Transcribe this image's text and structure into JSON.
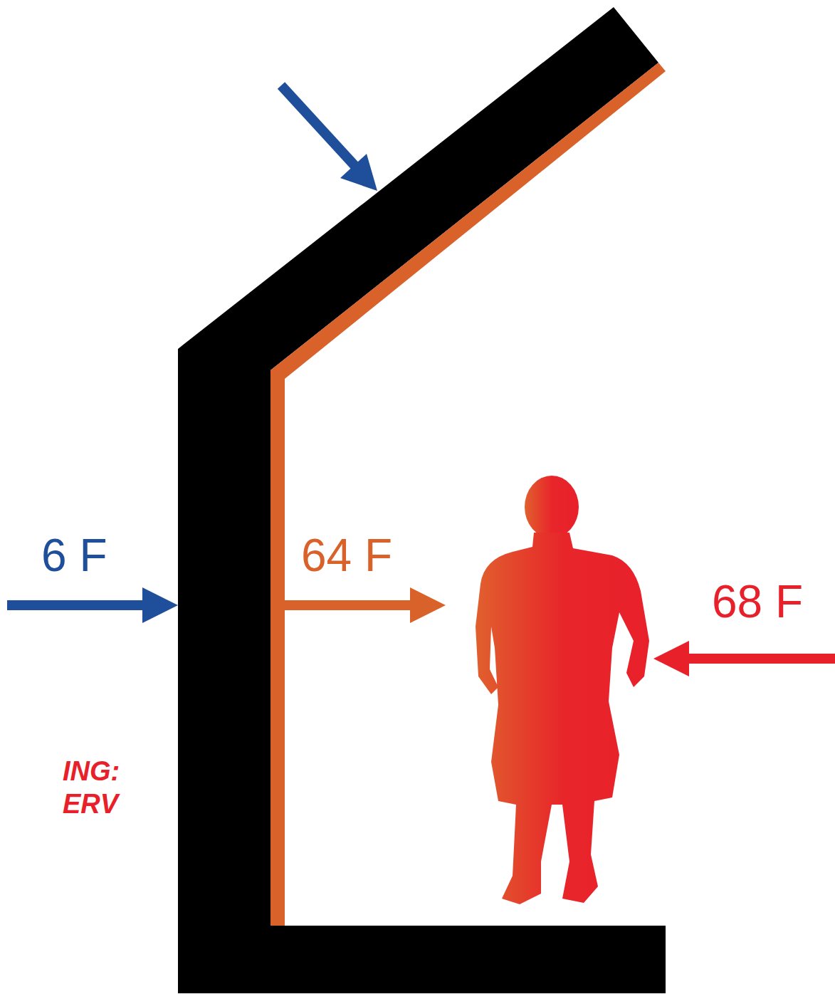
{
  "diagram": {
    "labels": [
      "6 F",
      "64 F",
      "68 F",
      "ING:",
      "ERV"
    ]
  }
}
